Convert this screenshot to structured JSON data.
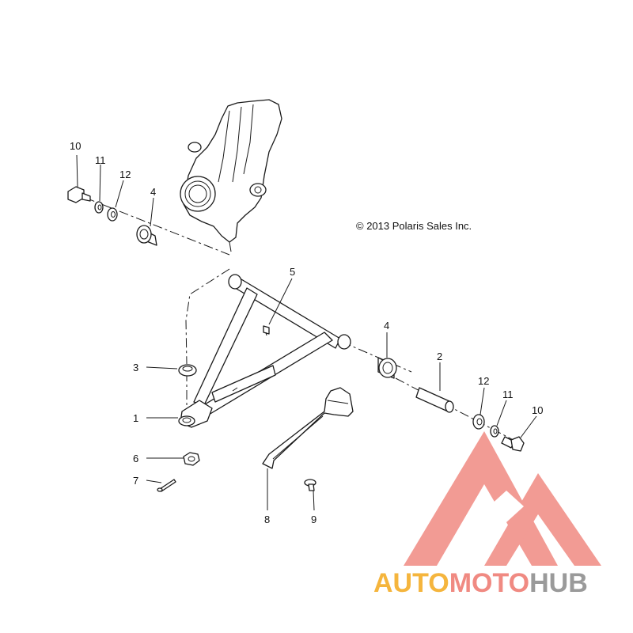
{
  "copyright": "© 2013 Polaris Sales Inc.",
  "callouts": [
    "10",
    "11",
    "12",
    "4",
    "5",
    "4",
    "3",
    "2",
    "12",
    "11",
    "10",
    "1",
    "6",
    "7",
    "8",
    "9"
  ],
  "watermark": {
    "part1": "AUTO",
    "part2": "MOTO",
    "part3": "HUB",
    "colors": {
      "triangle": "#f08a82",
      "auto": "#f5b53d",
      "moto": "#f08a82",
      "hub": "#9a9a9a"
    }
  }
}
